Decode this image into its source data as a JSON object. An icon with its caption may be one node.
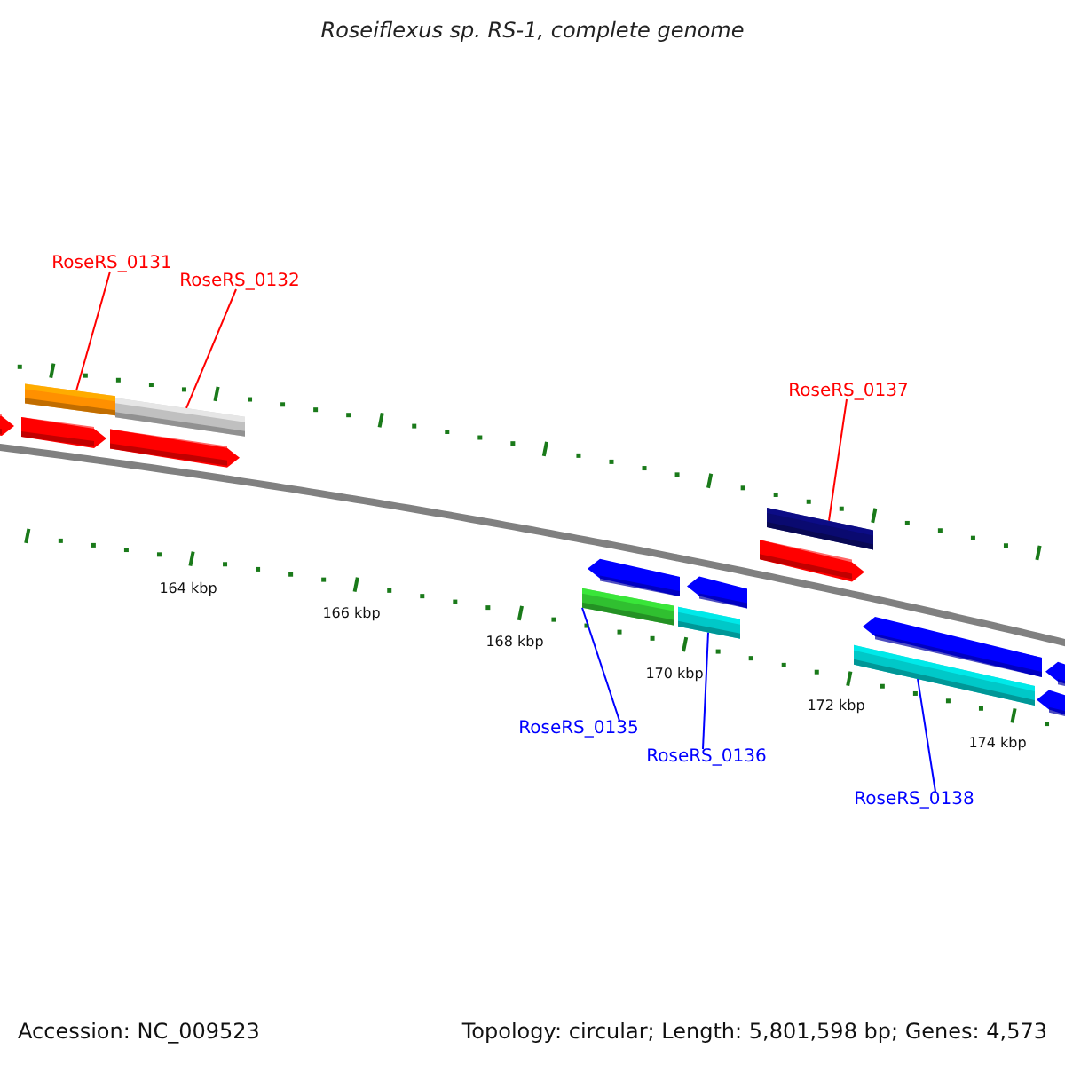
{
  "diagram": {
    "title": "Roseiflexus sp. RS-1, complete genome",
    "nodes": [
      {
        "text": [
          "RoseRS_0131"
        ]
      },
      {
        "text": [
          "RoseRS_0132"
        ]
      },
      {
        "text": [],
        "shape": "bar"
      },
      {
        "text": [],
        "shape": "bar"
      },
      {
        "text": [
          "RoseRS_0137"
        ]
      },
      {
        "text": [],
        "shape": "bar"
      },
      {
        "text": [],
        "shape": "bar"
      },
      {
        "text": [],
        "shape": "bar"
      },
      {
        "text": [],
        "shape": "bar"
      },
      {
        "text": [
          "RoseRS_0135"
        ]
      },
      {
        "text": [
          "RoseRS_0136"
        ]
      },
      {
        "text": [
          "RoseRS_0138"
        ]
      },
      {
        "text": [],
        "shape": "arrow"
      },
      {
        "text": [],
        "shape": "arrow"
      },
      {
        "text": [],
        "shape": "arrow"
      },
      {
        "text": [],
        "shape": "arrow"
      },
      {
        "text": [],
        "shape": "arrow"
      },
      {
        "text": [],
        "shape": "arrow"
      },
      {
        "text": [],
        "shape": "arrow"
      },
      {
        "text": [],
        "shape": "arrow"
      },
      {
        "text": [],
        "shape": "arrow"
      }
    ],
    "edges": [
      {
        "from": 0,
        "to": 2,
        "arrow": "none"
      },
      {
        "from": 1,
        "to": 3,
        "arrow": "none"
      },
      {
        "from": 4,
        "to": 5,
        "arrow": "none"
      },
      {
        "from": 9,
        "to": 6,
        "arrow": "none",
        "color": "#0000ff"
      },
      {
        "from": 10,
        "to": 7,
        "arrow": "none",
        "color": "#0000ff"
      },
      {
        "from": 11,
        "to": 8,
        "arrow": "none",
        "color": "#0000ff"
      }
    ],
    "labels": [
      "164 kbp",
      "166 kbp",
      "168 kbp",
      "170 kbp",
      "172 kbp",
      "174 kbp",
      "Accession: NC_009523",
      "Topology: circular; Length: 5,801,598 bp; Genes: 4,573"
    ]
  }
}
